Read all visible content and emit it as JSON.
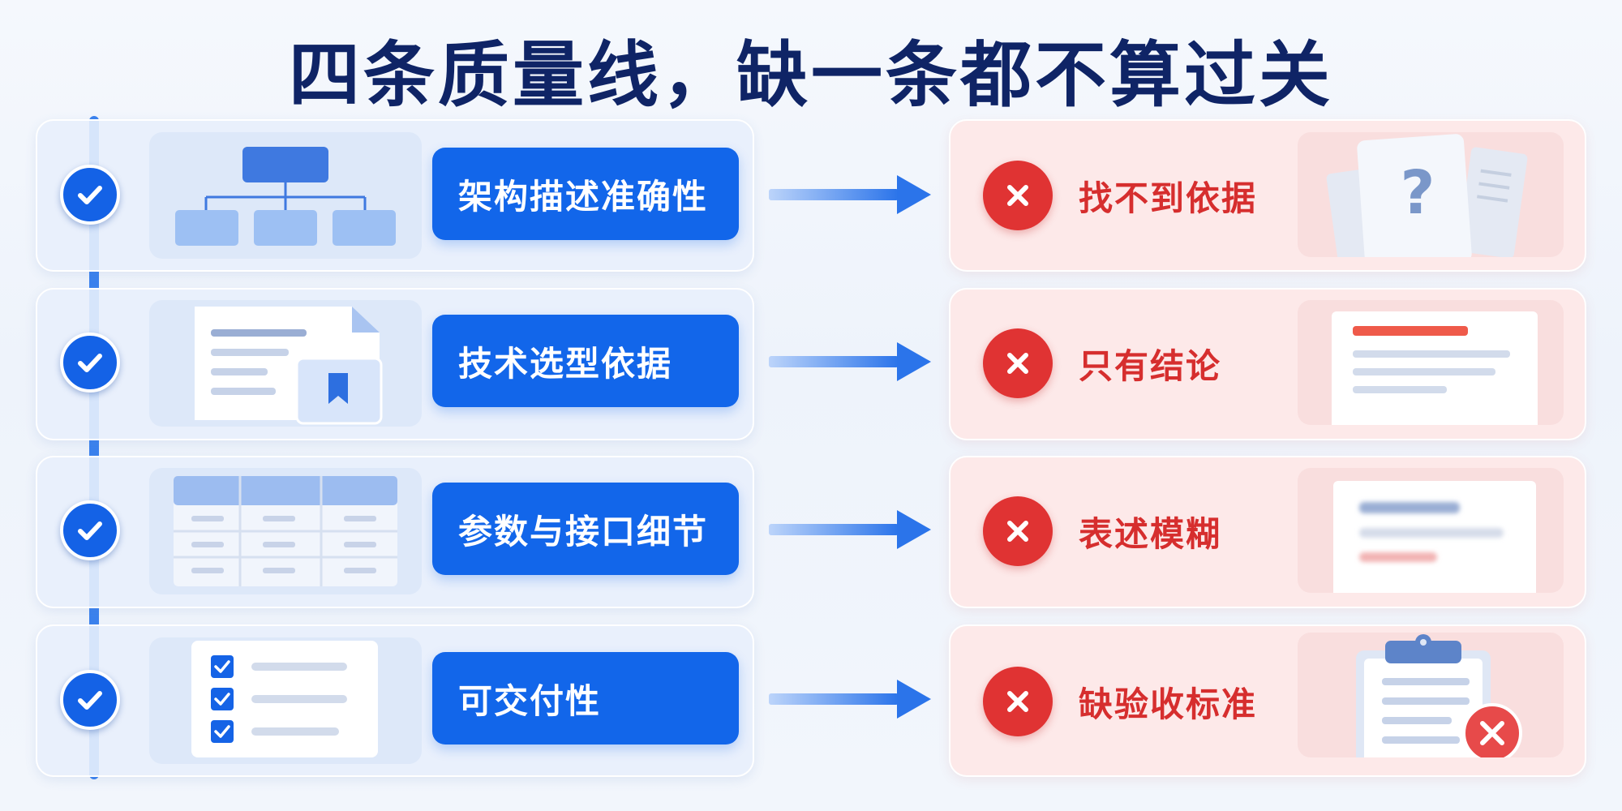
{
  "title": "四条质量线，缺一条都不算过关",
  "rows": [
    {
      "requirement": "架构描述准确性",
      "issue": "找不到依据",
      "illustration_icon": "architecture-diagram-icon",
      "issue_icon": "unknown-document-icon"
    },
    {
      "requirement": "技术选型依据",
      "issue": "只有结论",
      "illustration_icon": "bookmarked-document-icon",
      "issue_icon": "conclusion-only-document-icon"
    },
    {
      "requirement": "参数与接口细节",
      "issue": "表述模糊",
      "illustration_icon": "parameter-table-icon",
      "issue_icon": "blurry-document-icon"
    },
    {
      "requirement": "可交付性",
      "issue": "缺验收标准",
      "illustration_icon": "checklist-icon",
      "issue_icon": "rejected-clipboard-icon"
    }
  ],
  "colors": {
    "title": "#0f2466",
    "accent_blue": "#1266ea",
    "timeline": "#3b82ee",
    "issue_red": "#d62e2e",
    "issue_card_bg": "#fde9e9"
  }
}
